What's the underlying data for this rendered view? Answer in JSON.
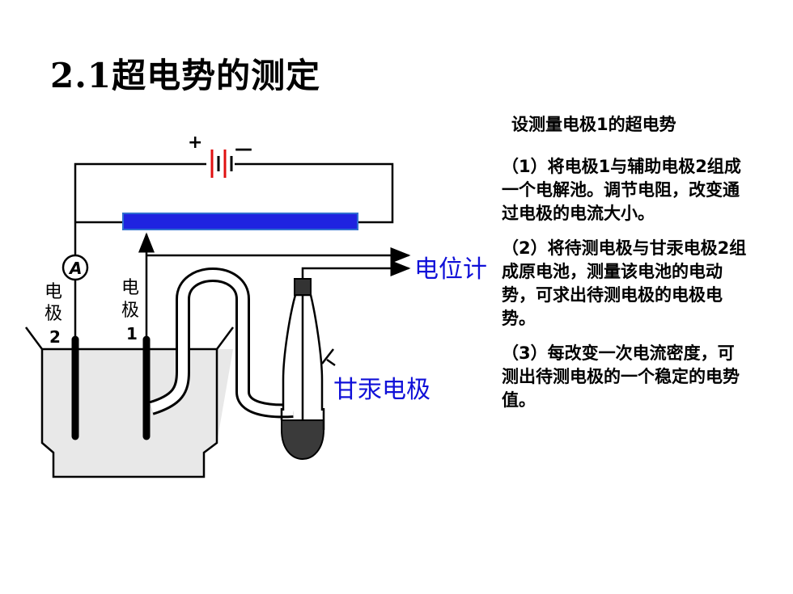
{
  "slide": {
    "title": "2.1超电势的测定"
  },
  "diagram": {
    "battery_plus": "+",
    "battery_minus": "—",
    "ammeter": "A",
    "electrode_2": [
      "电",
      "极",
      "2"
    ],
    "electrode_1": [
      "电",
      "极",
      "1"
    ],
    "potentiometer": "电位计",
    "calomel_electrode": "甘汞电极",
    "colors": {
      "slide_wire": "#1f23e0",
      "slide_wire_border": "#2f6fd0",
      "battery_plate": "#e01010",
      "label_blue": "#1010d8",
      "solution_fill": "#e8e8e8",
      "mercury_fill": "#3a3a3a"
    }
  },
  "side_panel": {
    "heading": "设测量电极1的超电势",
    "steps": [
      "（1）将电极1与辅助电极2组成一个电解池。调节电阻，改变通过电极的电流大小。",
      "（2）将待测电极与甘汞电极2组成原电池，测量该电池的电动势，可求出待测电极的电极电势。",
      "（3）每改变一次电流密度，可测出待测电极的一个稳定的电势值。"
    ]
  }
}
